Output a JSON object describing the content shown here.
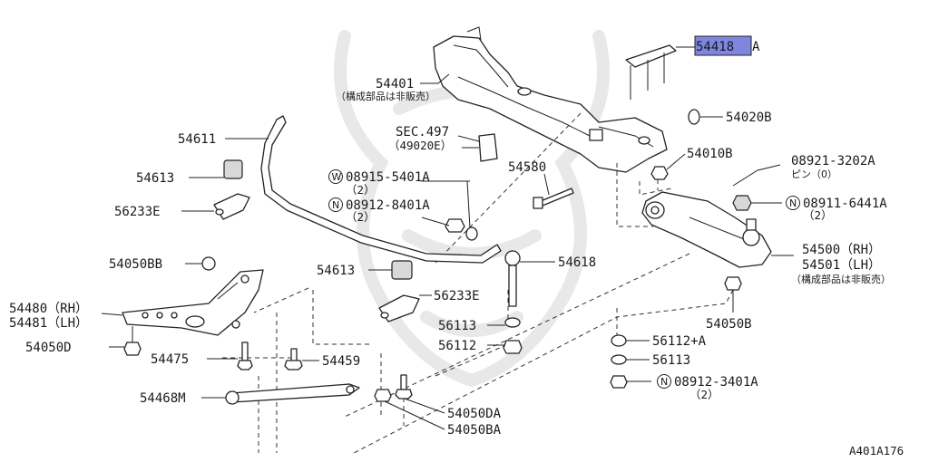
{
  "diagram": {
    "figure_code": "A401A176",
    "highlight_color": "#7f86e0",
    "callouts": {
      "p54418": "54418",
      "p54418_suffix": "A",
      "p54401": "54401",
      "p54401_note": "（構成部品は非販売）",
      "p54020B": "54020B",
      "sec497": "SEC.497",
      "sec497_ref": "（49020E）",
      "p54611": "54611",
      "p54580": "54580",
      "p54010B": "54010B",
      "p08921": "08921-3202A",
      "p08921_note": "ピン（0）",
      "p54613a": "54613",
      "p08915": "08915-5401A",
      "p08915_qty": "（2）",
      "p08915_mark": "W",
      "p08912a": "08912-8401A",
      "p08912a_qty": "（2）",
      "p08912a_mark": "N",
      "p08911": "08911-6441A",
      "p08911_qty": "（2）",
      "p08911_mark": "N",
      "p56233Ea": "56233E",
      "p54500": "54500（RH）",
      "p54501": "54501（LH）",
      "p54501_note": "（構成部品は非販売）",
      "p54050BB": "54050BB",
      "p54613b": "54613",
      "p54618": "54618",
      "p56233Eb": "56233E",
      "p54480": "54480（RH）",
      "p54481": "54481（LH）",
      "p56113a": "56113",
      "p54050B": "54050B",
      "p54050D": "54050D",
      "p56112": "56112",
      "p56112A": "56112+A",
      "p54475": "54475",
      "p54459": "54459",
      "p56113b": "56113",
      "p08912b": "08912-3401A",
      "p08912b_qty": "（2）",
      "p08912b_mark": "N",
      "p54468M": "54468M",
      "p54050DA": "54050DA",
      "p54050BA": "54050BA"
    }
  }
}
